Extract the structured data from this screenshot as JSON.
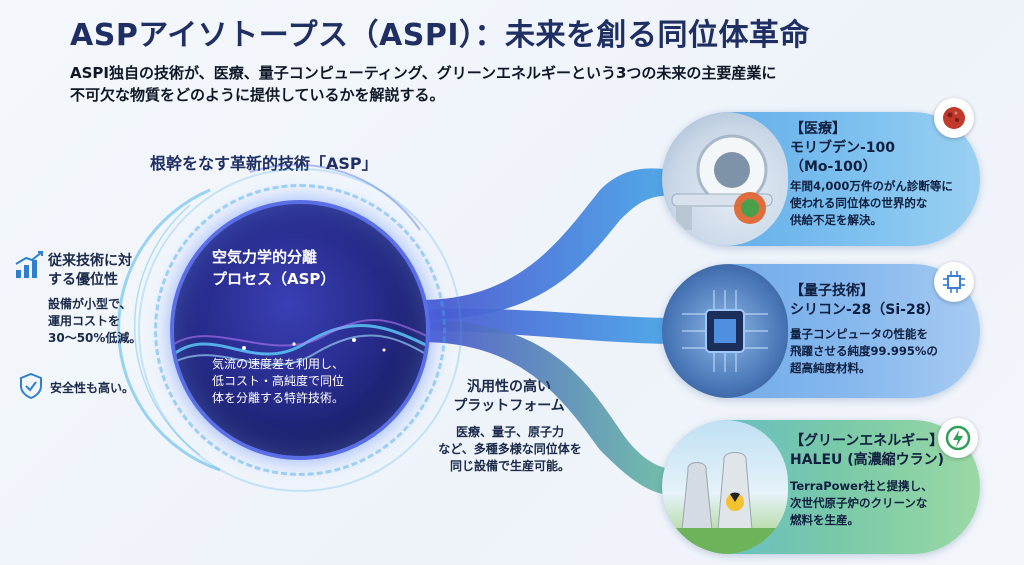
{
  "title": "ASPアイソトープス（ASPI）：未来を創る同位体革命",
  "subtitle_lines": [
    "ASPI独自の技術が、医療、量子コンピューティング、グリーンエネルギーという3つの未来の主要産業に",
    "不可欠な物質をどのように提供しているかを解説する。"
  ],
  "core": {
    "heading": "根幹をなす革新的技術「ASP」",
    "title_lines": [
      "空気力学的分離",
      "プロセス（ASP）"
    ],
    "desc_lines": [
      "気流の速度差を利用し、",
      "低コスト・高純度で同位",
      "体を分離する特許技術。"
    ]
  },
  "advantages": {
    "adv1_title_lines": [
      "従来技術に対",
      "する優位性"
    ],
    "adv1_desc_lines": [
      "設備が小型で、",
      "運用コストを",
      "30〜50%低減。"
    ],
    "adv2": "安全性も高い。"
  },
  "platform": {
    "title_lines": [
      "汎用性の高い",
      "プラットフォーム"
    ],
    "desc_lines": [
      "医療、量子、原子力",
      "など、多種多様な同位体を",
      "同じ設備で生産可能。"
    ]
  },
  "cards": {
    "medical": {
      "head_lines": [
        "【医療】",
        "モリブデン-100",
        "（Mo-100）"
      ],
      "desc_lines": [
        "年間4,000万件のがん診断等に",
        "使われる同位体の世界的な",
        "供給不足を解決。"
      ]
    },
    "quantum": {
      "head_lines": [
        "【量子技術】",
        "シリコン-28（Si-28）"
      ],
      "desc_lines": [
        "量子コンピュータの性能を",
        "飛躍させる純度99.995%の",
        "超高純度材料。"
      ]
    },
    "green": {
      "head_lines": [
        "【グリーンエネルギー】",
        "HALEU (高濃縮ウラン)"
      ],
      "desc_lines": [
        "TerraPower社と提携し、",
        "次世代原子炉のクリーンな",
        "燃料を生産。"
      ]
    }
  },
  "colors": {
    "navy": "#1f2f63",
    "accent_blue": "#3b7fd4",
    "green": "#2fa05a"
  }
}
